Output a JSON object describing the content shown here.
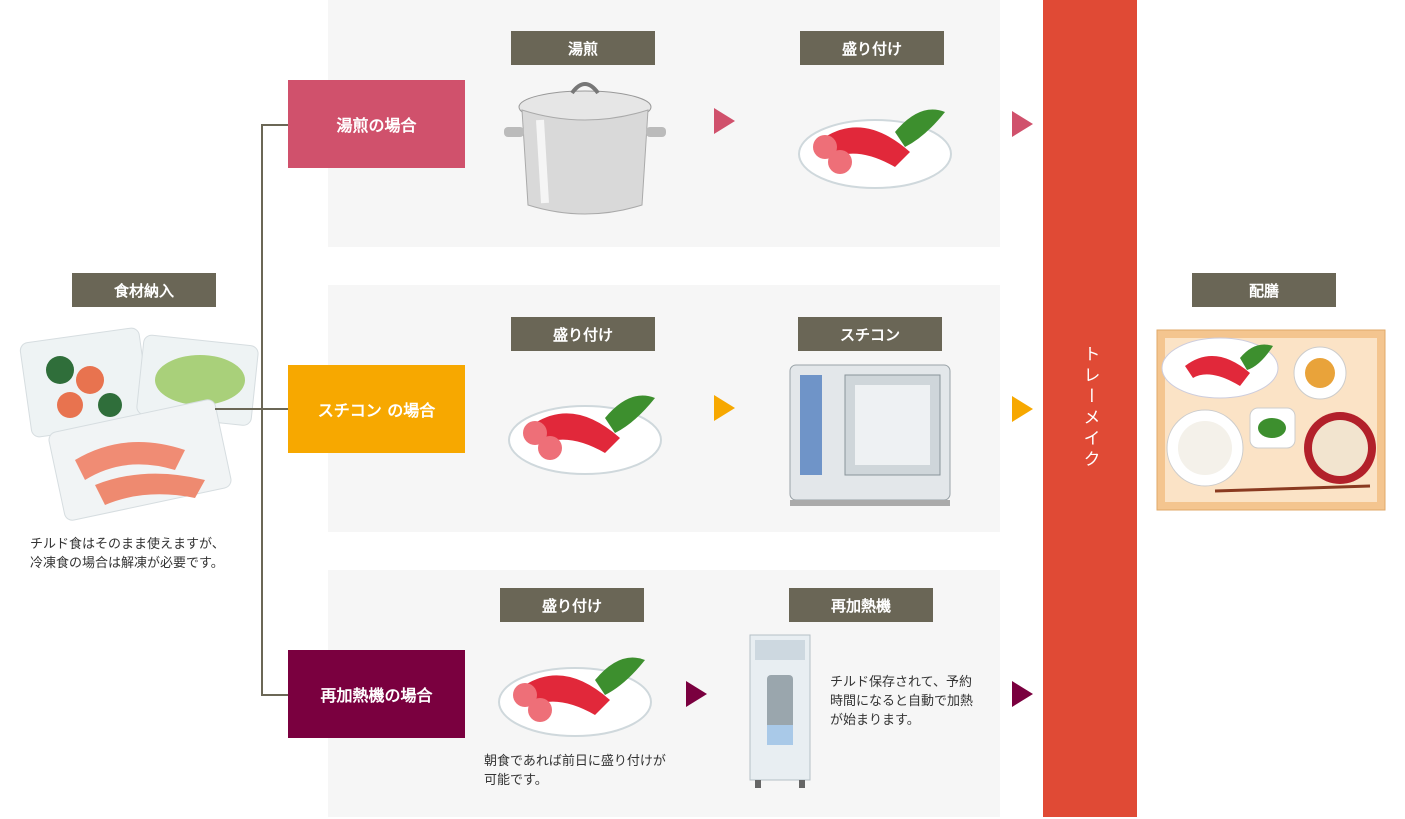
{
  "intake": {
    "label": "食材納入",
    "note": "チルド食はそのまま使えますが、冷凍食の場合は解凍が必要です。"
  },
  "rows": [
    {
      "case_label": "湯煎の場合",
      "color": "#d0516c",
      "step1": "湯煎",
      "step2": "盛り付け"
    },
    {
      "case_label": "スチコン の場合",
      "color": "#f7a800",
      "step1": "盛り付け",
      "step2": "スチコン"
    },
    {
      "case_label": "再加熱機の場合",
      "color": "#7a003f",
      "step1": "盛り付け",
      "step2": "再加熱機",
      "note1": "朝食であれば前日に盛り付けが可能です。",
      "note2": "チルド保存されて、予約時間になると自動で加熱が始まります。"
    }
  ],
  "tray_make": {
    "label": "トレーメイク",
    "color": "#e04a35"
  },
  "serving": {
    "label": "配膳"
  }
}
